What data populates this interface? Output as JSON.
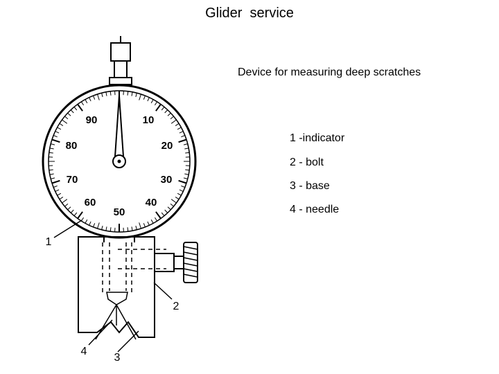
{
  "title": "Glider  service",
  "subtitle": "Device for measuring deep scratches",
  "legend": [
    {
      "num": "1",
      "text": "1 -indicator"
    },
    {
      "num": "2",
      "text": "2 - bolt"
    },
    {
      "num": "3",
      "text": "3 - base"
    },
    {
      "num": "4",
      "text": "4 - needle"
    }
  ],
  "dial": {
    "numbers": [
      "10",
      "20",
      "30",
      "40",
      "50",
      "60",
      "70",
      "80",
      "90"
    ]
  },
  "callouts": {
    "c1": "1",
    "c2": "2",
    "c3": "3",
    "c4": "4"
  }
}
